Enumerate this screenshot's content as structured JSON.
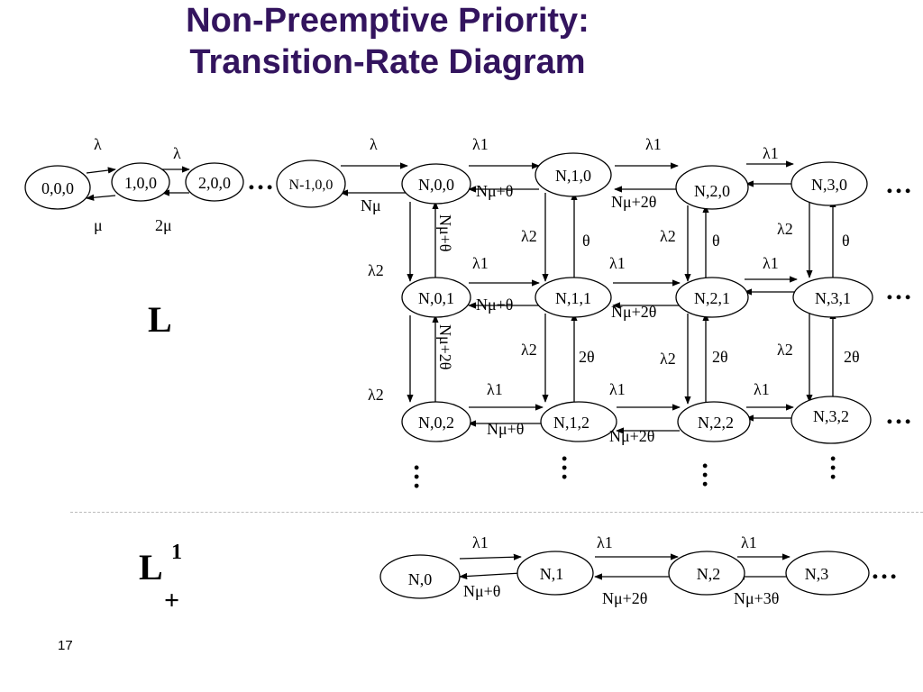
{
  "title": {
    "line1": "Non-Preemptive Priority:",
    "line2": "Transition-Rate Diagram"
  },
  "page_number": "17",
  "sections": {
    "L": "L",
    "L1": "L",
    "L1_sup": "1",
    "L1_plus": "+"
  },
  "states": {
    "s000": "0,0,0",
    "s100": "1,0,0",
    "s200": "2,0,0",
    "sN100": "N-1,0,0",
    "N00": "N,0,0",
    "N10": "N,1,0",
    "N20": "N,2,0",
    "N30": "N,3,0",
    "N01": "N,0,1",
    "N11": "N,1,1",
    "N21": "N,2,1",
    "N31": "N,3,1",
    "N02": "N,0,2",
    "N12": "N,1,2",
    "N22": "N,2,2",
    "N32": "N,3,2",
    "M0": "N,0",
    "M1": "N,1",
    "M2": "N,2",
    "M3": "N,3"
  },
  "rates": {
    "lambda": "λ",
    "mu": "μ",
    "two_mu": "2μ",
    "n_mu": "Nμ",
    "lambda1": "λ1",
    "lambda2": "λ2",
    "theta": "θ",
    "two_theta": "2θ",
    "nmu_theta": "Nμ+θ",
    "nmu_2theta": "Nμ+2θ",
    "nmu_3theta": "Nμ+3θ"
  },
  "ellipsis": "…"
}
